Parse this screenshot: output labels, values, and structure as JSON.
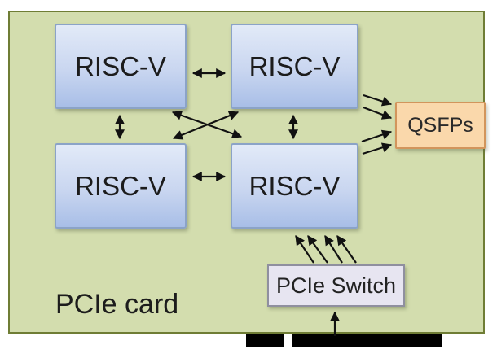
{
  "diagram": {
    "card_label": "PCIe card",
    "nodes": {
      "risc_v_top_left": "RISC-V",
      "risc_v_top_right": "RISC-V",
      "risc_v_bottom_left": "RISC-V",
      "risc_v_bottom_right": "RISC-V",
      "qsfps": "QSFPs",
      "pcie_switch": "PCIe Switch"
    },
    "connections": [
      {
        "from": "risc-v-top-left",
        "to": "risc-v-top-right",
        "type": "bidirectional",
        "count": 1
      },
      {
        "from": "risc-v-bottom-left",
        "to": "risc-v-bottom-right",
        "type": "bidirectional",
        "count": 1
      },
      {
        "from": "risc-v-top-left",
        "to": "risc-v-bottom-left",
        "type": "bidirectional",
        "count": 1
      },
      {
        "from": "risc-v-top-right",
        "to": "risc-v-bottom-right",
        "type": "bidirectional",
        "count": 1
      },
      {
        "from": "risc-v-top-left",
        "to": "risc-v-bottom-right",
        "type": "bidirectional",
        "count": 1
      },
      {
        "from": "risc-v-top-right",
        "to": "risc-v-bottom-left",
        "type": "bidirectional",
        "count": 1
      },
      {
        "from": "risc-v-top-right",
        "to": "qsfps",
        "type": "arrow",
        "count": 2
      },
      {
        "from": "risc-v-bottom-right",
        "to": "qsfps",
        "type": "arrow",
        "count": 2
      },
      {
        "from": "pcie-switch",
        "to": "risc-v-bottom-right",
        "type": "arrow",
        "count": 4
      },
      {
        "from": "pcie-connector",
        "to": "pcie-switch",
        "type": "arrow",
        "count": 1
      }
    ],
    "colors": {
      "board_fill": "#d3ddae",
      "board_border": "#6f7d35",
      "riscv_fill_top": "#e2eaf8",
      "riscv_fill_bottom": "#a8bee7",
      "riscv_border": "#8ba3c7",
      "qsfps_fill": "#fad8ab",
      "qsfps_border": "#d2955c",
      "switch_fill": "#e7e5f1",
      "switch_border": "#8f8f9f",
      "arrow": "#111111",
      "connector": "#000000"
    }
  }
}
